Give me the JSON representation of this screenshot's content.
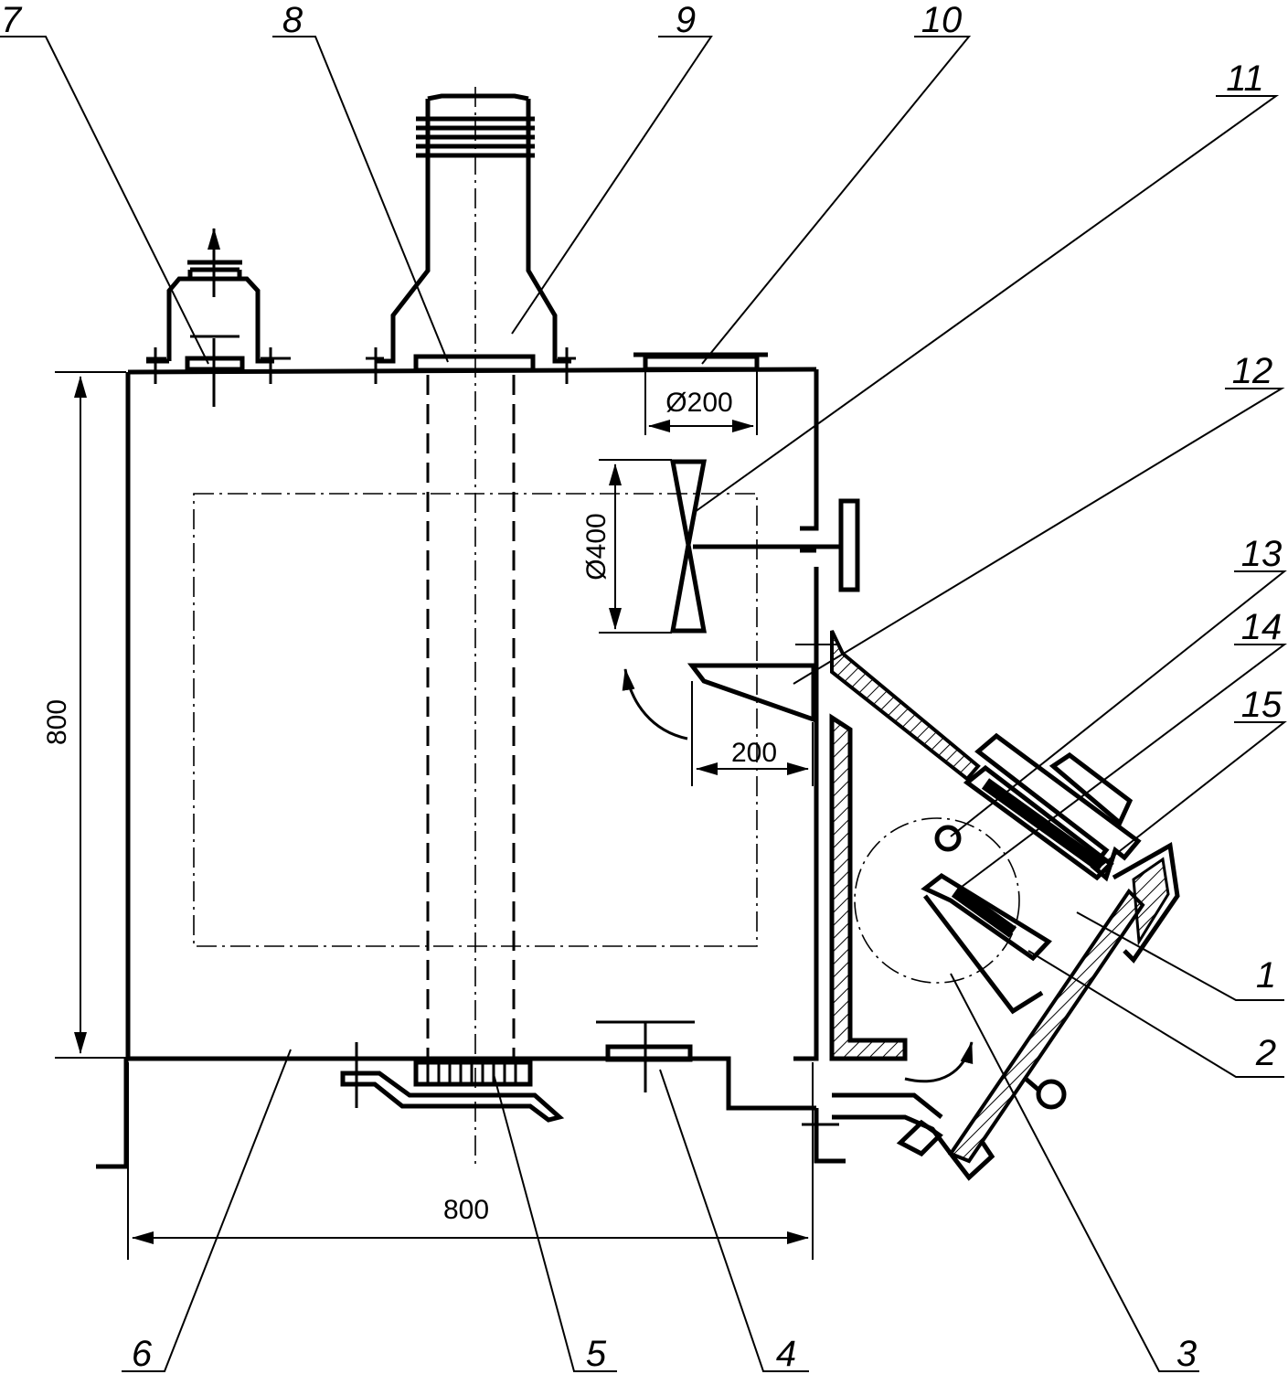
{
  "diagram": {
    "callouts": {
      "c1": "1",
      "c2": "2",
      "c3": "3",
      "c4": "4",
      "c5": "5",
      "c6": "6",
      "c7": "7",
      "c8": "8",
      "c9": "9",
      "c10": "10",
      "c11": "11",
      "c12": "12",
      "c13": "13",
      "c14": "14",
      "c15": "15"
    },
    "dimensions": {
      "height_total": "800",
      "width_total": "800",
      "outlet_diameter": "Ø200",
      "fan_diameter": "Ø400",
      "deflector_width": "200"
    }
  }
}
